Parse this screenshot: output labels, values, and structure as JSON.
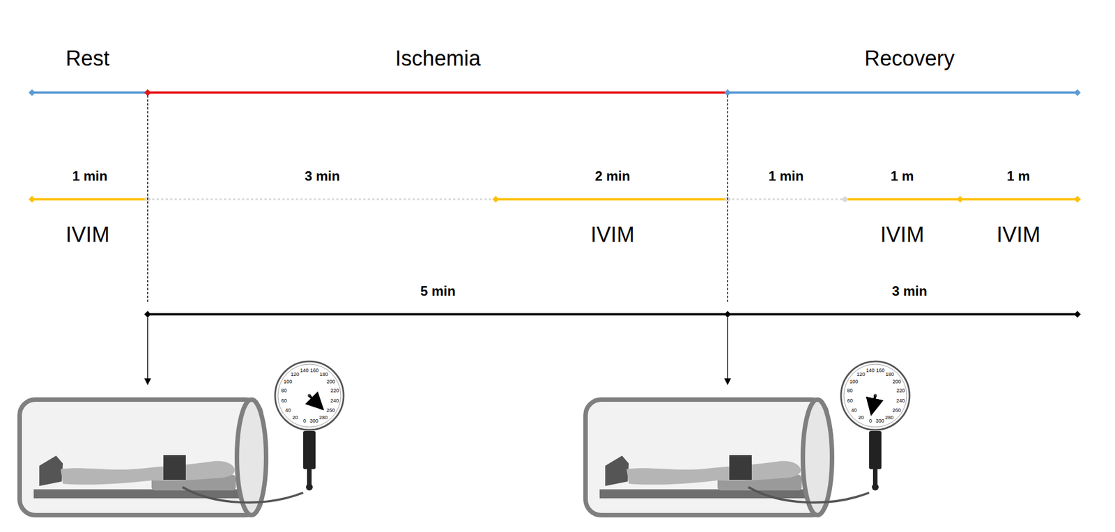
{
  "diagram": {
    "labels": [
      "Rest",
      "Ischemia",
      "Recovery",
      "1 min",
      "3 min",
      "2 min",
      "1 min",
      "1 m",
      "1 m",
      "IVIM",
      "IVIM",
      "IVIM",
      "IVIM",
      "5 min",
      "3 min",
      "0",
      "20",
      "40",
      "60",
      "80",
      "100",
      "120",
      "140",
      "160",
      "180",
      "200",
      "220",
      "240",
      "260",
      "280",
      "300",
      "0",
      "20",
      "40",
      "60",
      "80",
      "100",
      "120",
      "140",
      "160",
      "180",
      "200",
      "220",
      "240",
      "260",
      "280",
      "300"
    ]
  }
}
